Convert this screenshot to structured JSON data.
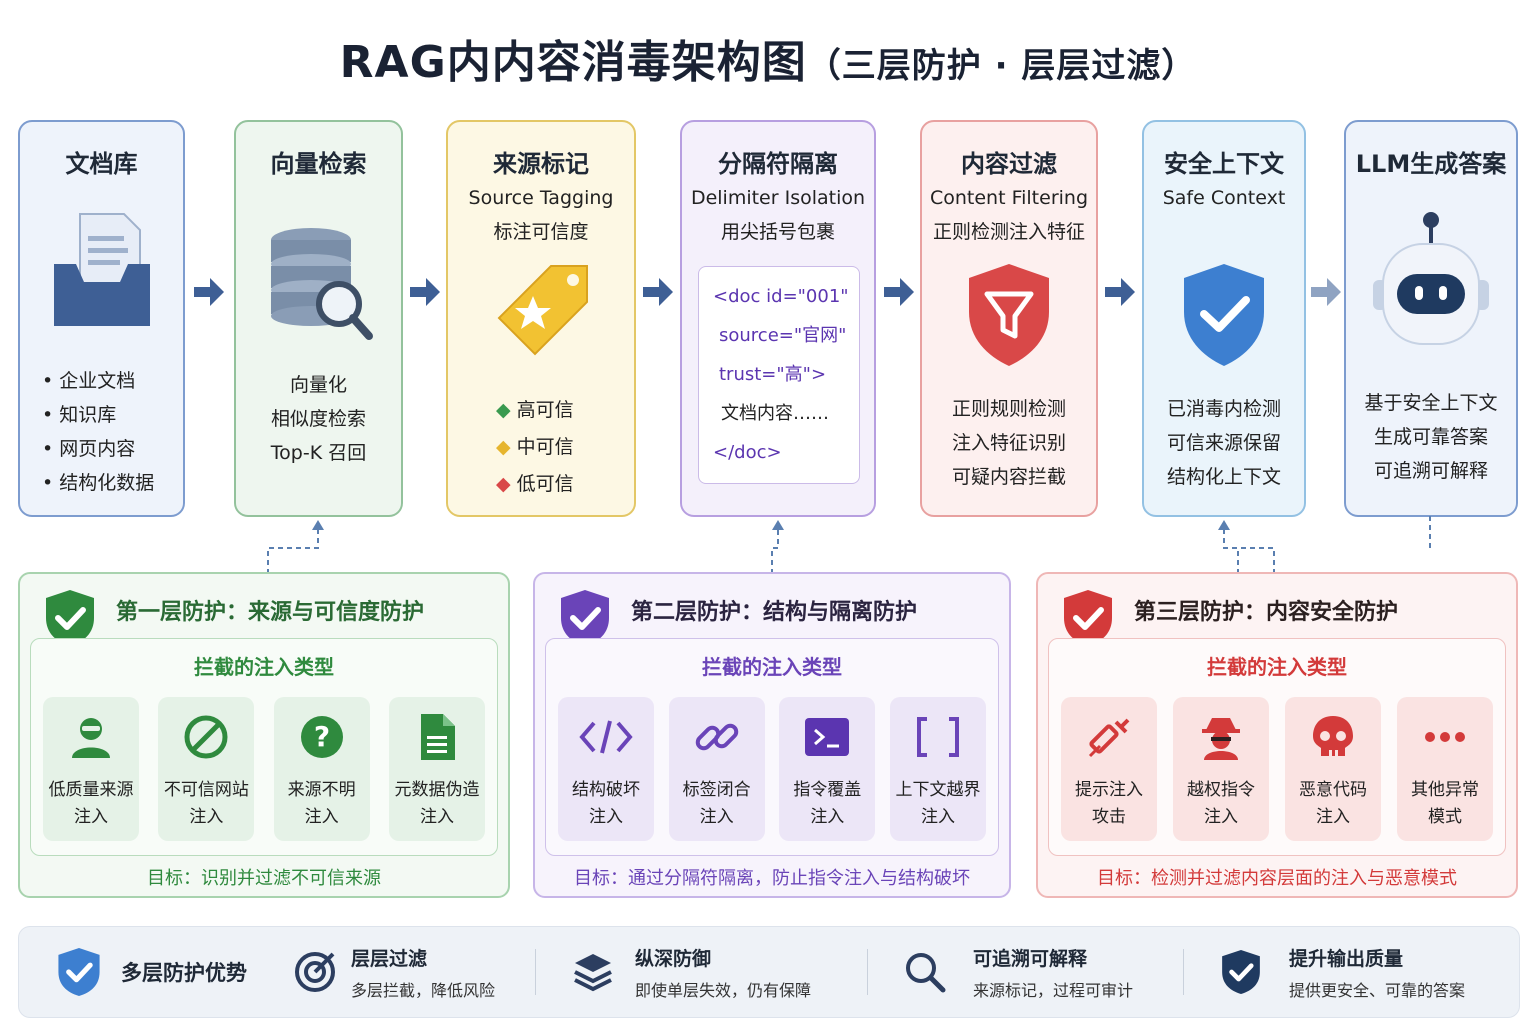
{
  "title": {
    "main": "RAG内内容消毒架构图",
    "sub": "（三层防护 · 层层过滤）"
  },
  "pipeline": [
    {
      "heading": "文档库",
      "items": [
        "企业文档",
        "知识库",
        "网页内容",
        "结构化数据"
      ]
    },
    {
      "heading": "向量检索",
      "lines": [
        "向量化",
        "相似度检索",
        "Top-K 召回"
      ]
    },
    {
      "heading": "来源标记",
      "en": "Source Tagging",
      "zh2": "标注可信度",
      "trust": [
        "高可信",
        "中可信",
        "低可信"
      ]
    },
    {
      "heading": "分隔符隔离",
      "en": "Delimiter Isolation",
      "zh2": "用尖括号包裹",
      "code": [
        "<doc id=\"001\"",
        "source=\"官网\"",
        "trust=\"高\">",
        "文档内容……",
        "</doc>"
      ]
    },
    {
      "heading": "内容过滤",
      "en": "Content Filtering",
      "zh2": "正则检测注入特征",
      "lines": [
        "正则规则检测",
        "注入特征识别",
        "可疑内容拦截"
      ]
    },
    {
      "heading": "安全上下文",
      "en": "Safe Context",
      "lines": [
        "已消毒内检测",
        "可信来源保留",
        "结构化上下文"
      ]
    },
    {
      "heading": "LLM生成答案",
      "lines": [
        "基于安全上下文",
        "生成可靠答案",
        "可追溯可解释"
      ]
    }
  ],
  "layers": [
    {
      "title": "第一层防护：来源与可信度防护",
      "inner_title": "拦截的注入类型",
      "tiles": [
        [
          "低质量来源",
          "注入"
        ],
        [
          "不可信网站",
          "注入"
        ],
        [
          "来源不明",
          "注入"
        ],
        [
          "元数据伪造",
          "注入"
        ]
      ],
      "goal": "目标：识别并过滤不可信来源"
    },
    {
      "title": "第二层防护：结构与隔离防护",
      "inner_title": "拦截的注入类型",
      "tiles": [
        [
          "结构破坏",
          "注入"
        ],
        [
          "标签闭合",
          "注入"
        ],
        [
          "指令覆盖",
          "注入"
        ],
        [
          "上下文越界",
          "注入"
        ]
      ],
      "goal": "目标：通过分隔符隔离，防止指令注入与结构破坏"
    },
    {
      "title": "第三层防护：内容安全防护",
      "inner_title": "拦截的注入类型",
      "tiles": [
        [
          "提示注入",
          "攻击"
        ],
        [
          "越权指令",
          "注入"
        ],
        [
          "恶意代码",
          "注入"
        ],
        [
          "其他异常",
          "模式"
        ]
      ],
      "goal": "目标：检测并过滤内容层面的注入与恶意模式"
    }
  ],
  "advantages": {
    "label": "多层防护优势",
    "items": [
      {
        "title": "层层过滤",
        "desc": "多层拦截，降低风险"
      },
      {
        "title": "纵深防御",
        "desc": "即使单层失效，仍有保障"
      },
      {
        "title": "可追溯可解释",
        "desc": "来源标记，过程可审计"
      },
      {
        "title": "提升输出质量",
        "desc": "提供更安全、可靠的答案"
      }
    ]
  },
  "colors": {
    "blue": "#4a7cc4",
    "green": "#3a9a4f",
    "yellow": "#e6b52e",
    "purple": "#7b52c4",
    "red": "#d94848",
    "lightblue": "#6aa6d8",
    "navy": "#1f3a60"
  }
}
